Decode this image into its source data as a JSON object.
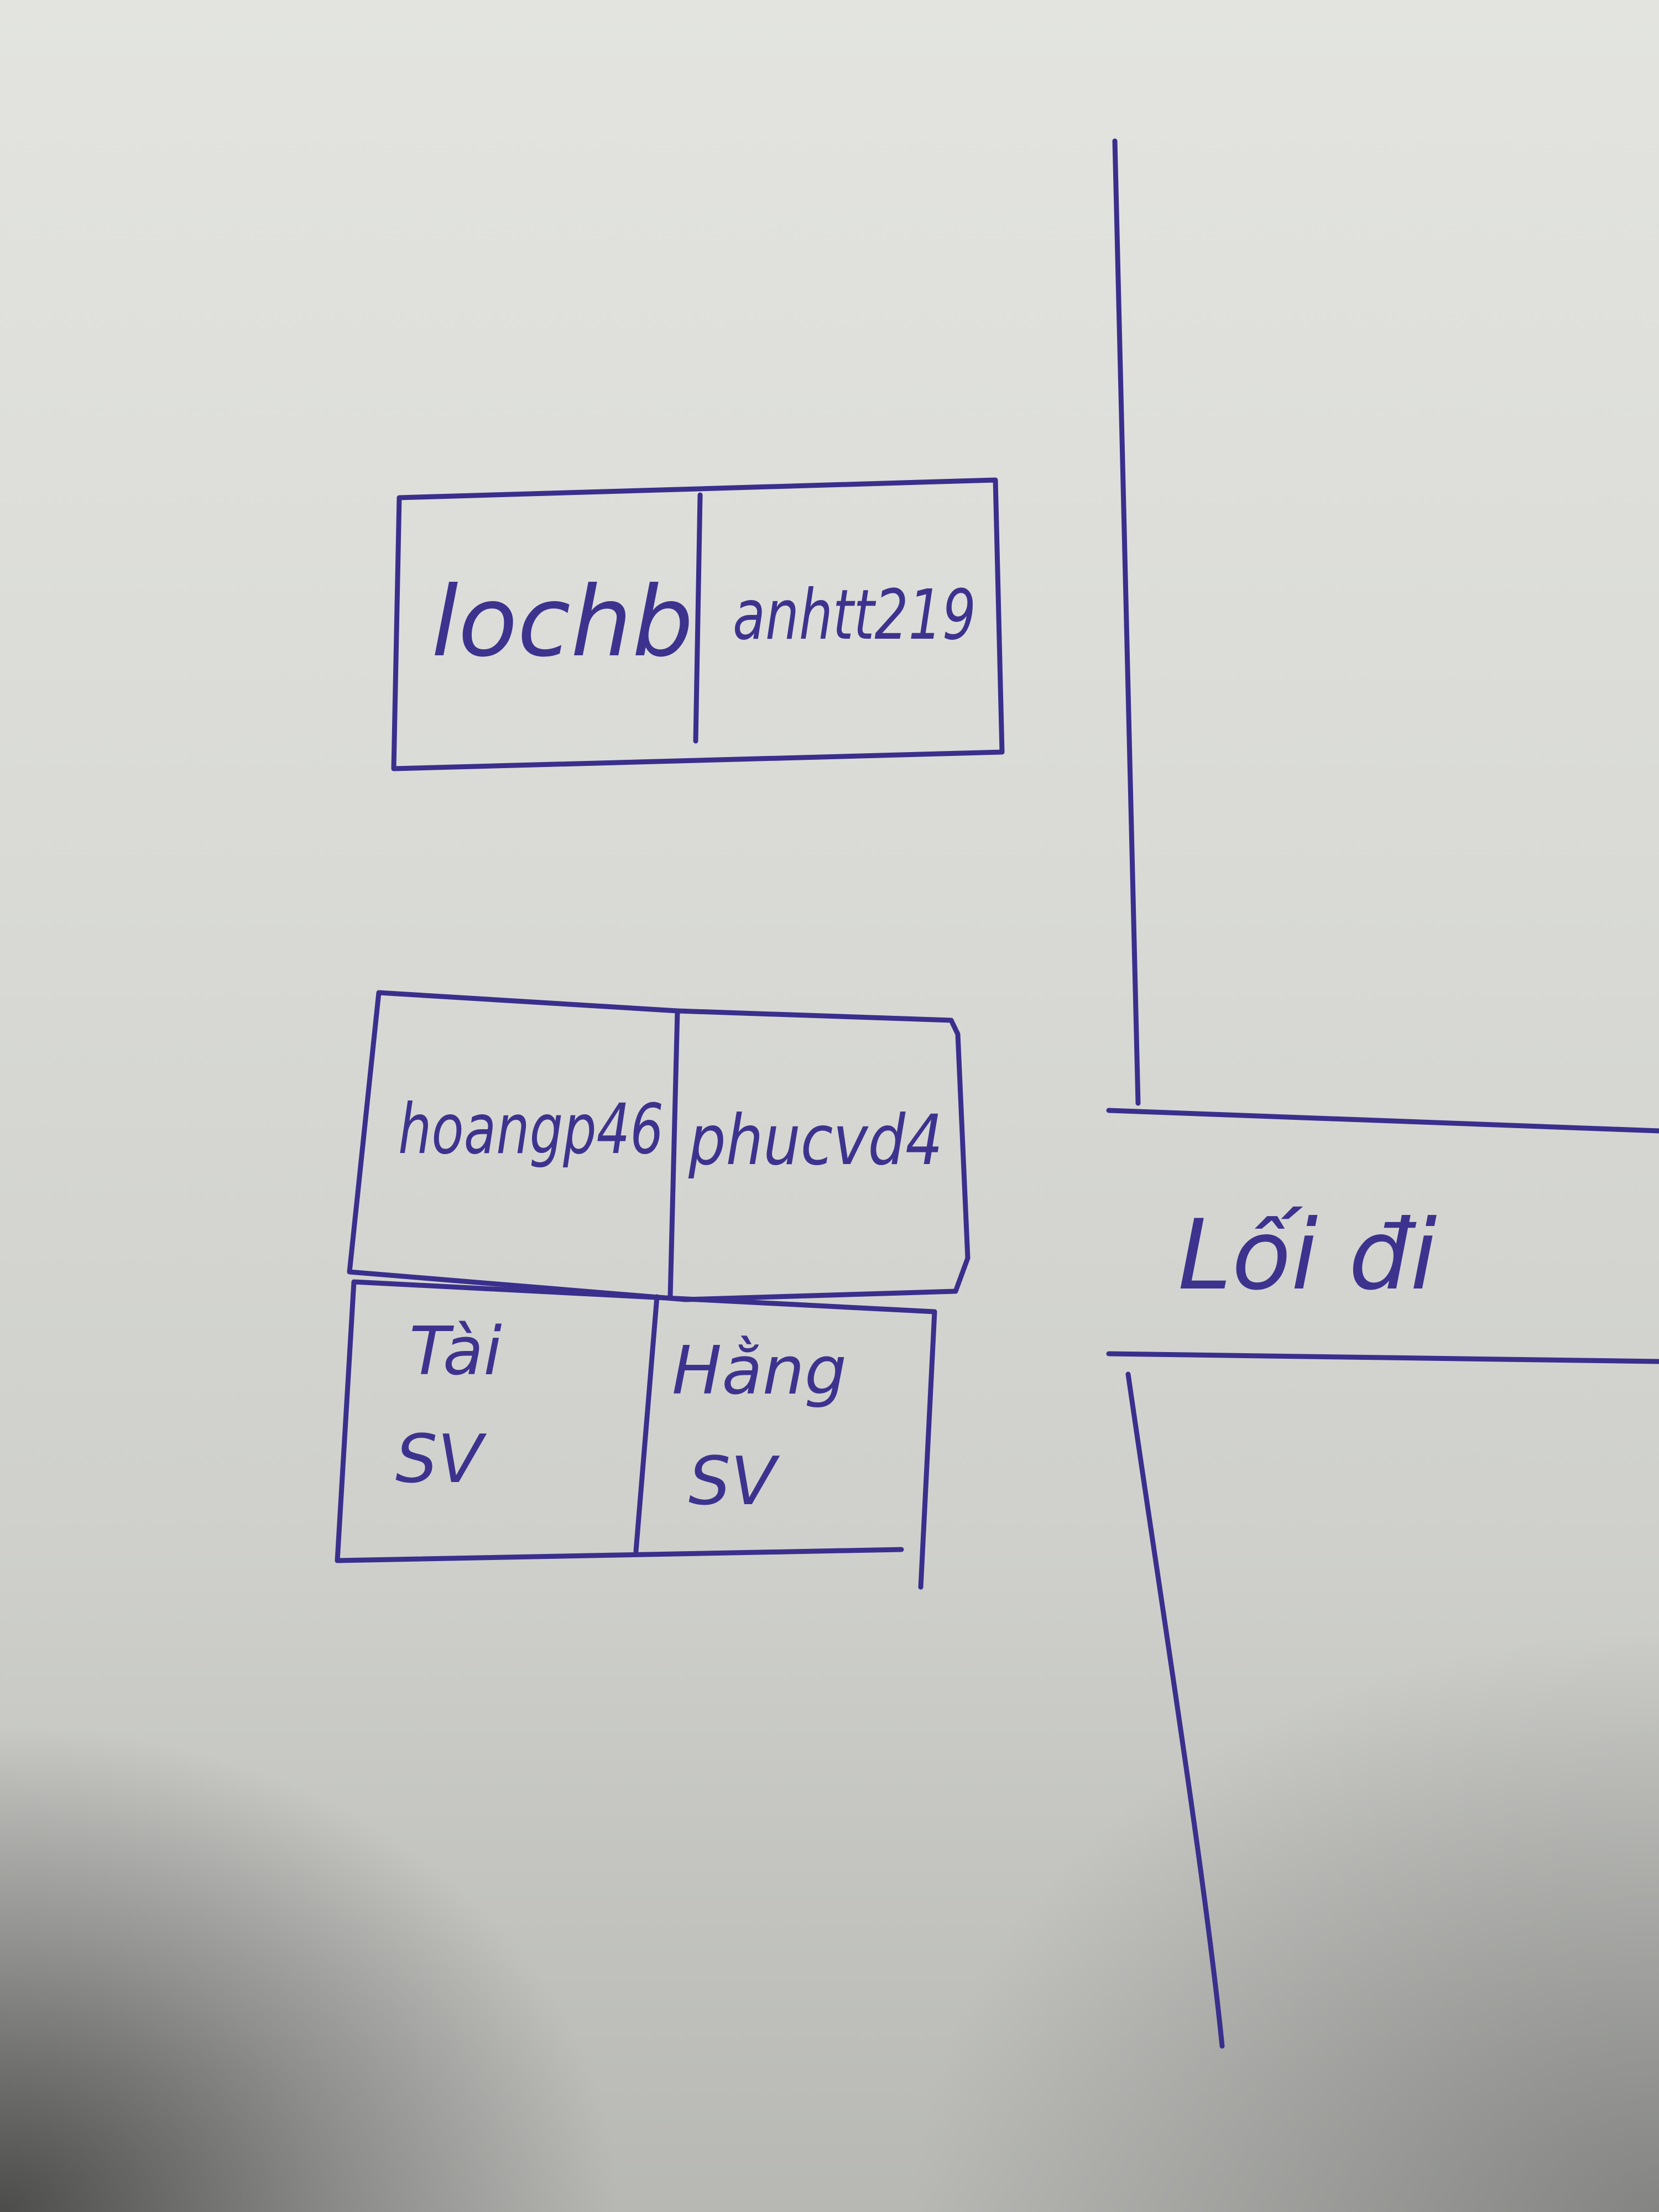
{
  "desks": {
    "top_left": "lochb",
    "top_right": "anhtt219",
    "middle_left": "hoangp46",
    "middle_right": "phucvd4",
    "bottom_left_line1": "Tài",
    "bottom_left_line2": "SV",
    "bottom_right_line1": "Hằng",
    "bottom_right_line2": "SV"
  },
  "aisle": {
    "label": "Lối đi"
  },
  "colors": {
    "ink": "#3a2f8c",
    "paper": "#dcddd9"
  }
}
